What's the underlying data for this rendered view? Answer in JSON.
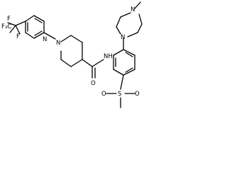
{
  "molecule": {
    "labels": {
      "cf3": "F₃C",
      "f_top": "F",
      "f_side": "F",
      "n_pyridine": "N",
      "n_piperidine": "N",
      "carbonyl_o": "O",
      "amide_n": "NH",
      "n_methyl_piperazine": "N",
      "n_aryl_piperazine": "N",
      "sulfonyl_s": "S",
      "sulfonyl_o_top": "O",
      "sulfonyl_o_bottom": "O"
    }
  }
}
